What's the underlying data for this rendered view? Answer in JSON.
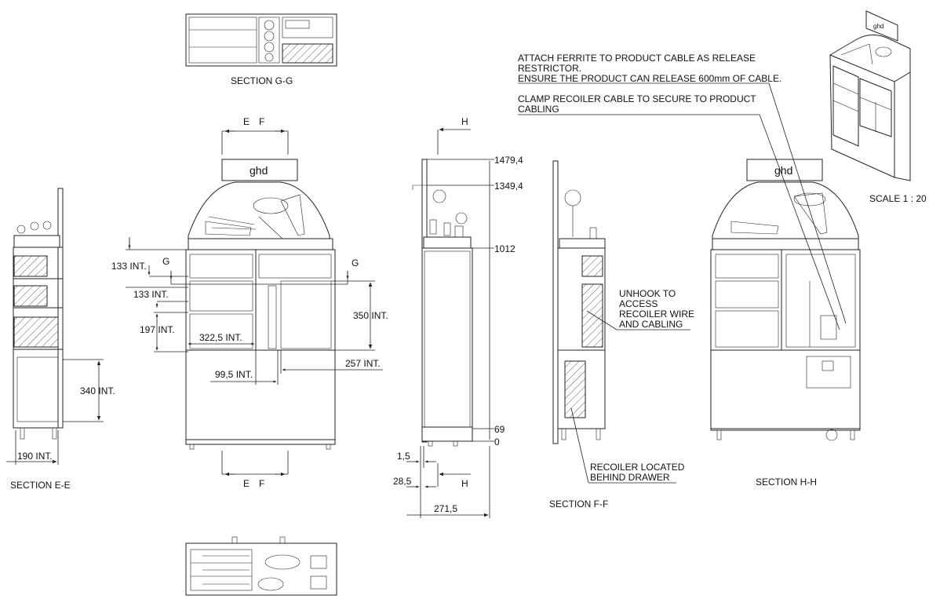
{
  "labels": {
    "section_gg": "SECTION G-G",
    "section_ee": "SECTION E-E",
    "section_ff": "SECTION F-F",
    "section_hh": "SECTION H-H",
    "scale": "SCALE 1 : 20",
    "brand": "ghd"
  },
  "section_marks": {
    "e": "E",
    "f": "F",
    "g": "G",
    "h": "H"
  },
  "notes": {
    "ferrite_1": "ATTACH FERRITE TO PRODUCT CABLE AS RELEASE",
    "ferrite_2": "RESTRICTOR.",
    "ferrite_3": "ENSURE THE PRODUCT CAN RELEASE 600mm OF CABLE.",
    "clamp_1": "CLAMP RECOILER CABLE TO SECURE TO PRODUCT",
    "clamp_2": "CABLING",
    "unhook_1": "UNHOOK TO",
    "unhook_2": "ACCESS",
    "unhook_3": "RECOILER WIRE",
    "unhook_4": "AND CABLING",
    "recoiler_1": "RECOILER LOCATED",
    "recoiler_2": "BEHIND DRAWER"
  },
  "dimensions": {
    "d133a": "133 INT.",
    "d133b": "133 INT.",
    "d197": "197 INT.",
    "d3225": "322,5 INT.",
    "d350": "350 INT.",
    "d995": "99,5 INT.",
    "d257": "257 INT.",
    "d340": "340 INT.",
    "d190": "190 INT.",
    "h14794": "1479,4",
    "h13494": "1349,4",
    "h1012": "1012",
    "h69": "69",
    "h0": "0",
    "d15": "1,5",
    "d285": "28,5",
    "d2715": "271,5"
  }
}
